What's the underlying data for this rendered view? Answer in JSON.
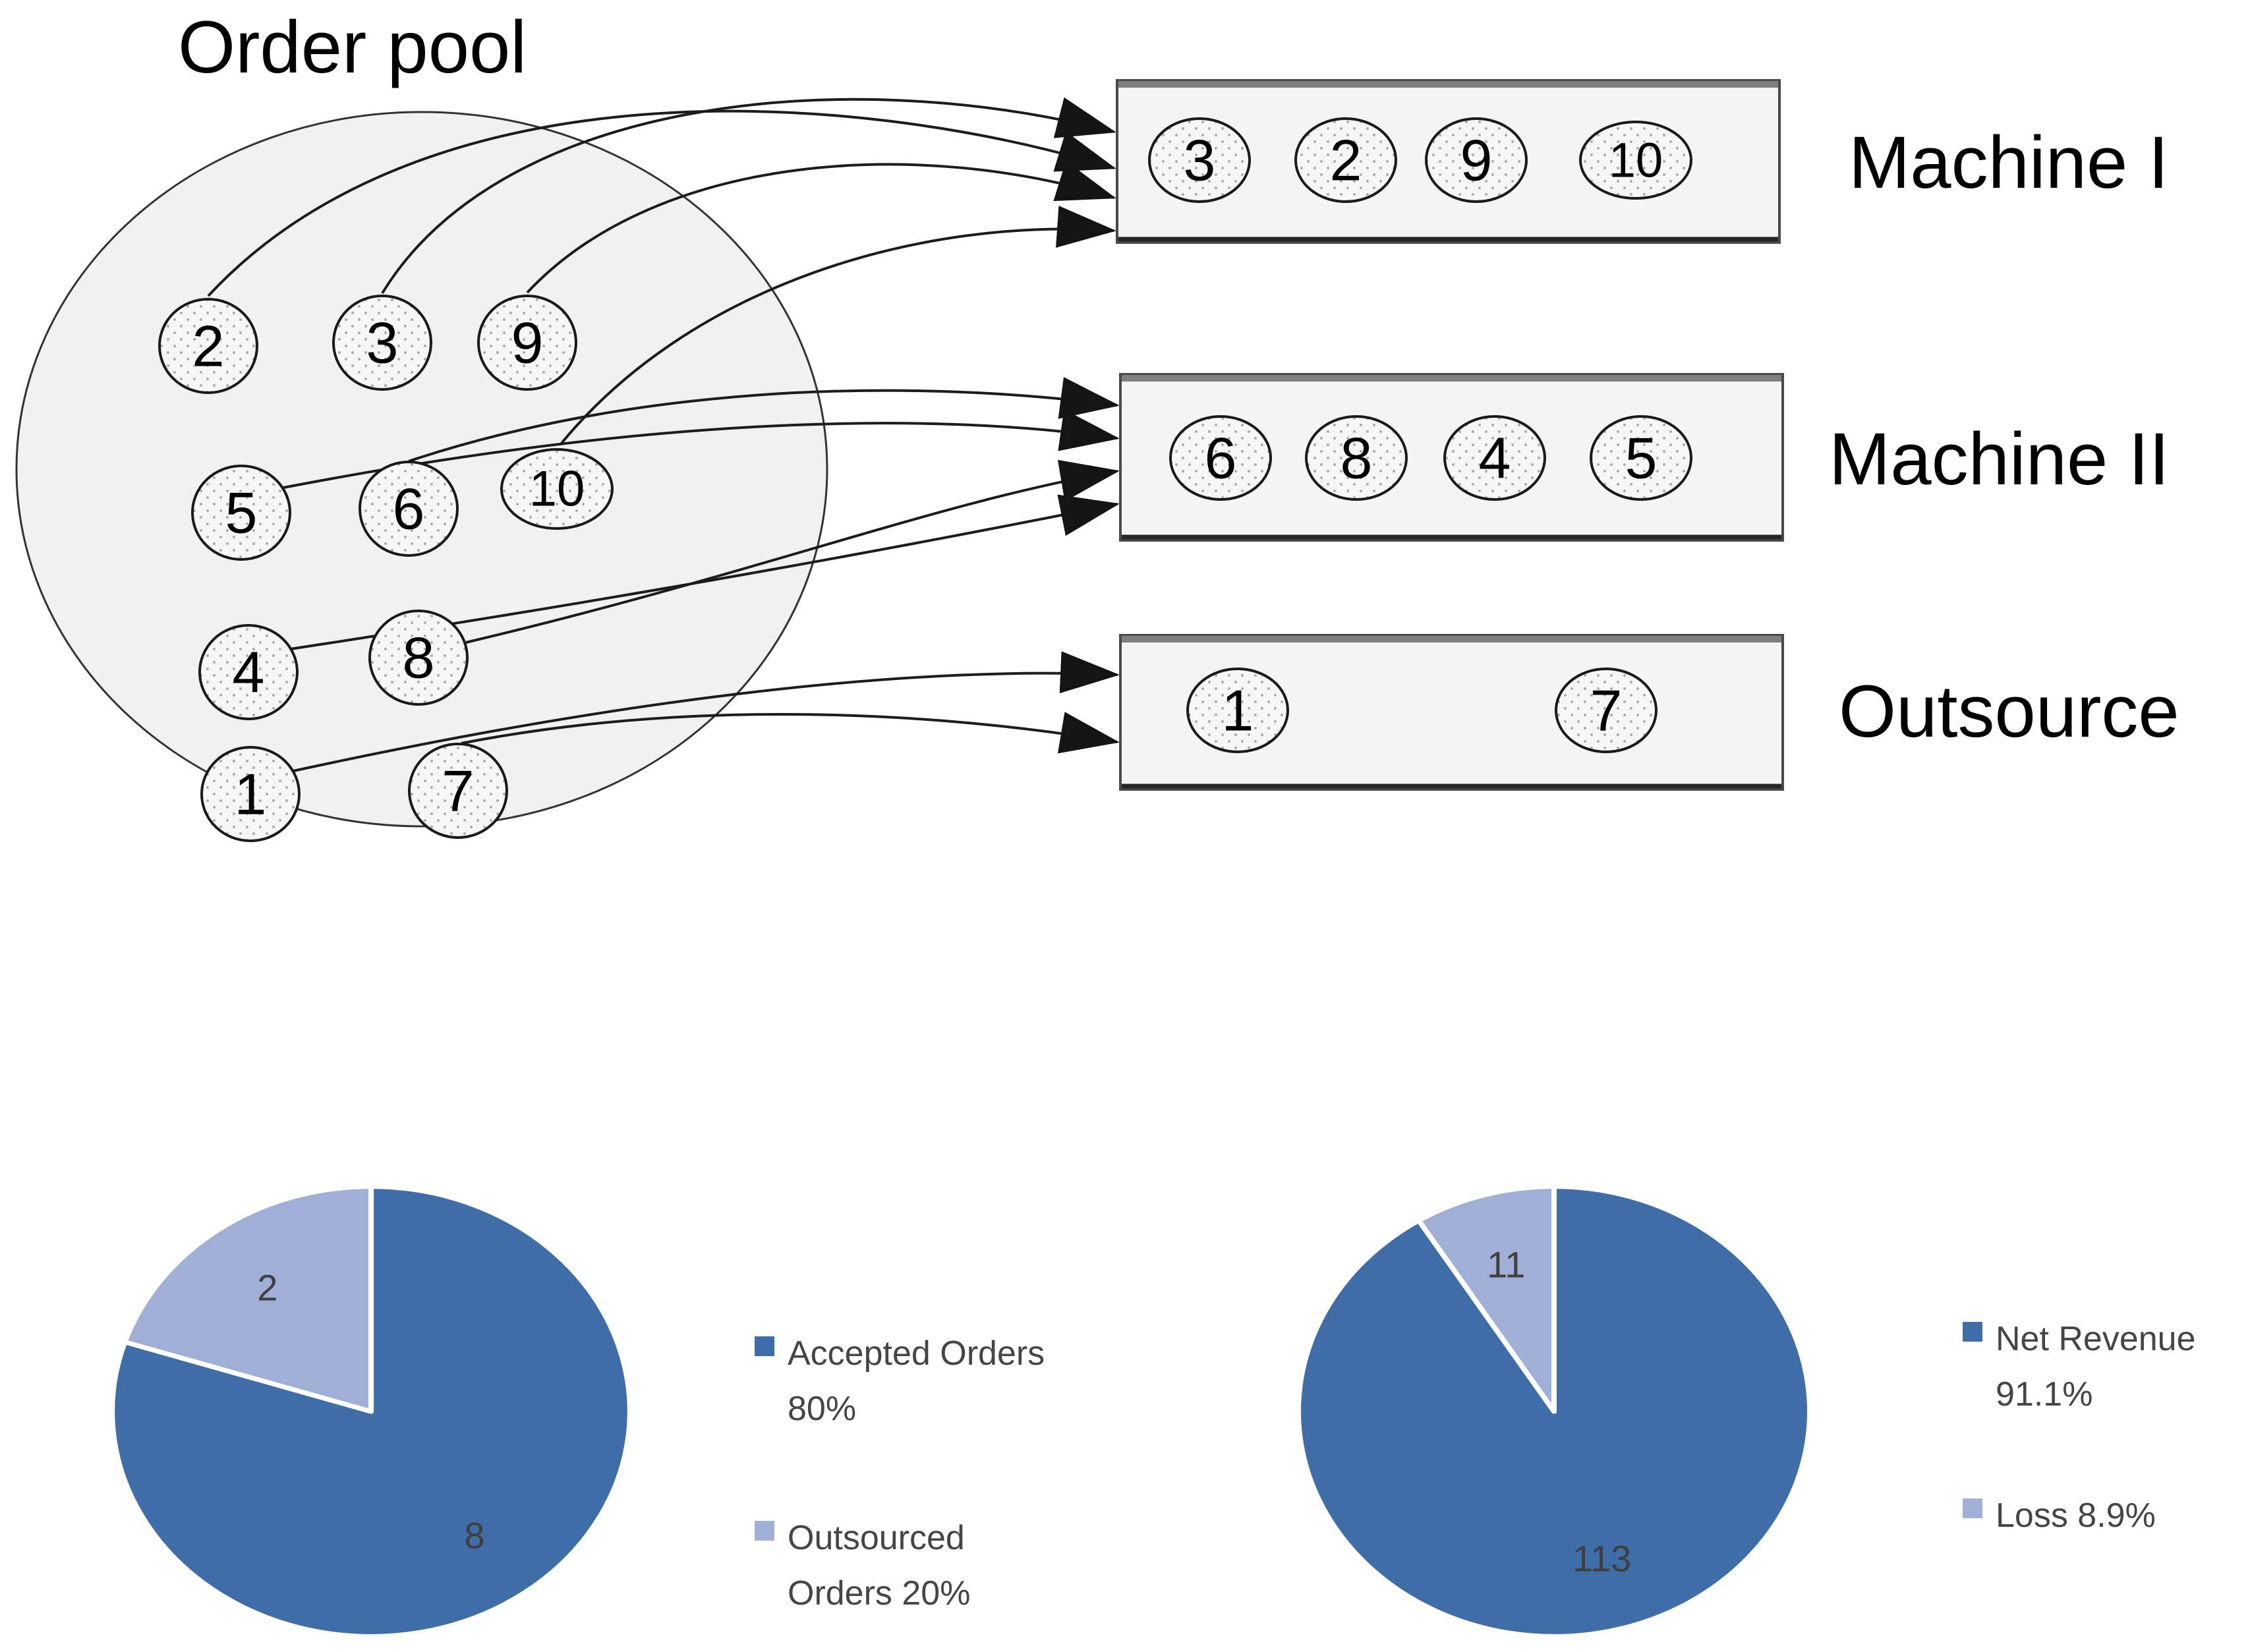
{
  "title": "Order pool",
  "pool": {
    "orders": [
      "2",
      "3",
      "9",
      "5",
      "6",
      "10",
      "4",
      "8",
      "1",
      "7"
    ]
  },
  "stations": [
    {
      "label": "Machine I",
      "orders": [
        "3",
        "2",
        "9",
        "10"
      ]
    },
    {
      "label": "Machine II",
      "orders": [
        "6",
        "8",
        "4",
        "5"
      ]
    },
    {
      "label": "Outsource",
      "orders": [
        "1",
        "7"
      ]
    }
  ],
  "colors": {
    "slice_dark": "#3e6da7",
    "slice_light": "#9fafd5",
    "pool_fill": "#f1f1f1",
    "box_fill": "#f4f4f4",
    "line": "#1c1c1c",
    "pie_label_text": "#3f3f3f",
    "legend_text": "#454545"
  },
  "chart_data": [
    {
      "type": "pie",
      "title": "",
      "labels": [
        "Accepted Orders",
        "Outsourced Orders"
      ],
      "values": [
        8,
        2
      ],
      "percent_labels": [
        "80%",
        "20%"
      ],
      "data_labels": [
        "8",
        "2"
      ],
      "colors": [
        "#3e6da7",
        "#9fafd5"
      ],
      "legend": [
        "Accepted Orders 80%",
        "Outsourced Orders 20%"
      ],
      "legend_position": "right",
      "start_angle": "12-oclock",
      "direction": "clockwise"
    },
    {
      "type": "pie",
      "title": "",
      "labels": [
        "Net Revenue",
        "Loss"
      ],
      "values": [
        113,
        11
      ],
      "percent_labels": [
        "91.1%",
        "8.9%"
      ],
      "data_labels": [
        "113",
        "11"
      ],
      "colors": [
        "#3e6da7",
        "#9fafd5"
      ],
      "legend": [
        "Net Revenue 91.1%",
        "Loss 8.9%"
      ],
      "legend_position": "right",
      "start_angle": "12-oclock",
      "direction": "clockwise"
    }
  ]
}
